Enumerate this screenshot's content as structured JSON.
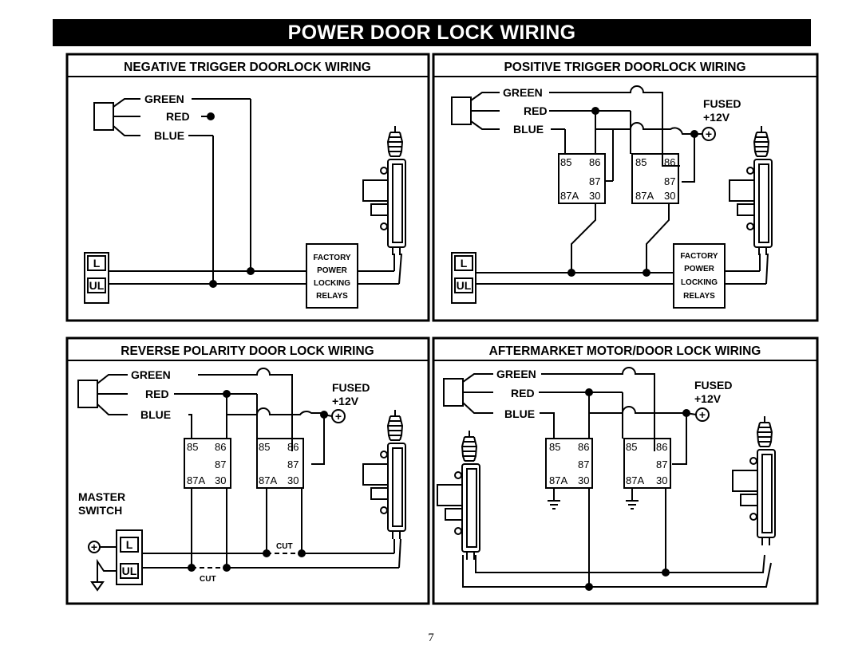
{
  "page_title": "POWER DOOR LOCK WIRING",
  "page_number": "7",
  "panels": {
    "negative": {
      "title": "NEGATIVE TRIGGER DOORLOCK WIRING",
      "wires": [
        "GREEN",
        "RED",
        "BLUE"
      ],
      "switch": [
        "L",
        "UL"
      ],
      "factory_box": [
        "FACTORY",
        "POWER",
        "LOCKING",
        "RELAYS"
      ]
    },
    "positive": {
      "title": "POSITIVE TRIGGER DOORLOCK WIRING",
      "wires": [
        "GREEN",
        "RED",
        "BLUE"
      ],
      "fused": [
        "FUSED",
        "+12V"
      ],
      "relay_pins": [
        "85",
        "86",
        "87",
        "87A",
        "30"
      ],
      "switch": [
        "L",
        "UL"
      ],
      "factory_box": [
        "FACTORY",
        "POWER",
        "LOCKING",
        "RELAYS"
      ]
    },
    "reverse": {
      "title": "REVERSE POLARITY DOOR LOCK WIRING",
      "wires": [
        "GREEN",
        "RED",
        "BLUE"
      ],
      "fused": [
        "FUSED",
        "+12V"
      ],
      "relay_pins": [
        "85",
        "86",
        "87",
        "87A",
        "30"
      ],
      "master_switch": [
        "MASTER",
        "SWITCH"
      ],
      "switch": [
        "L",
        "UL"
      ],
      "cut": "CUT"
    },
    "aftermarket": {
      "title": "AFTERMARKET MOTOR/DOOR LOCK WIRING",
      "wires": [
        "GREEN",
        "RED",
        "BLUE"
      ],
      "fused": [
        "FUSED",
        "+12V"
      ],
      "relay_pins": [
        "85",
        "86",
        "87",
        "87A",
        "30"
      ]
    }
  }
}
